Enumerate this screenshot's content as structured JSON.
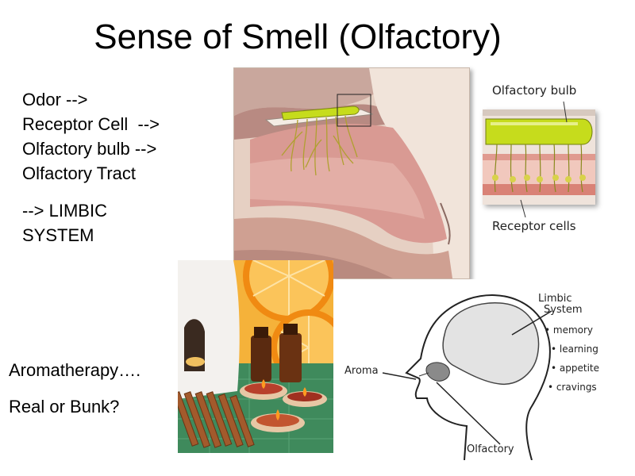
{
  "slide": {
    "title": "Sense of Smell (Olfactory)",
    "flow_lines": [
      "Odor -->",
      "Receptor Cell  -->",
      "Olfactory bulb -->",
      "Olfactory Tract"
    ],
    "limbic_lines": [
      "--> LIMBIC",
      "SYSTEM"
    ],
    "aroma_question": [
      "Aromatherapy….",
      "Real or Bunk?"
    ]
  },
  "nose_image": {
    "label_bulb": "Olfactory bulb",
    "label_receptor": "Receptor cells"
  },
  "limbic_diagram": {
    "title_line1": "Limbic",
    "title_line2": "System",
    "items": [
      "• memory",
      "• learning",
      "• appetite",
      "• cravings"
    ],
    "aroma_label": "Aroma",
    "olfactory_label": "Olfactory"
  },
  "colors": {
    "bulb_green": "#c6dc1c",
    "tissue_pink": "#d99a93",
    "orange": "#f4a21a"
  }
}
